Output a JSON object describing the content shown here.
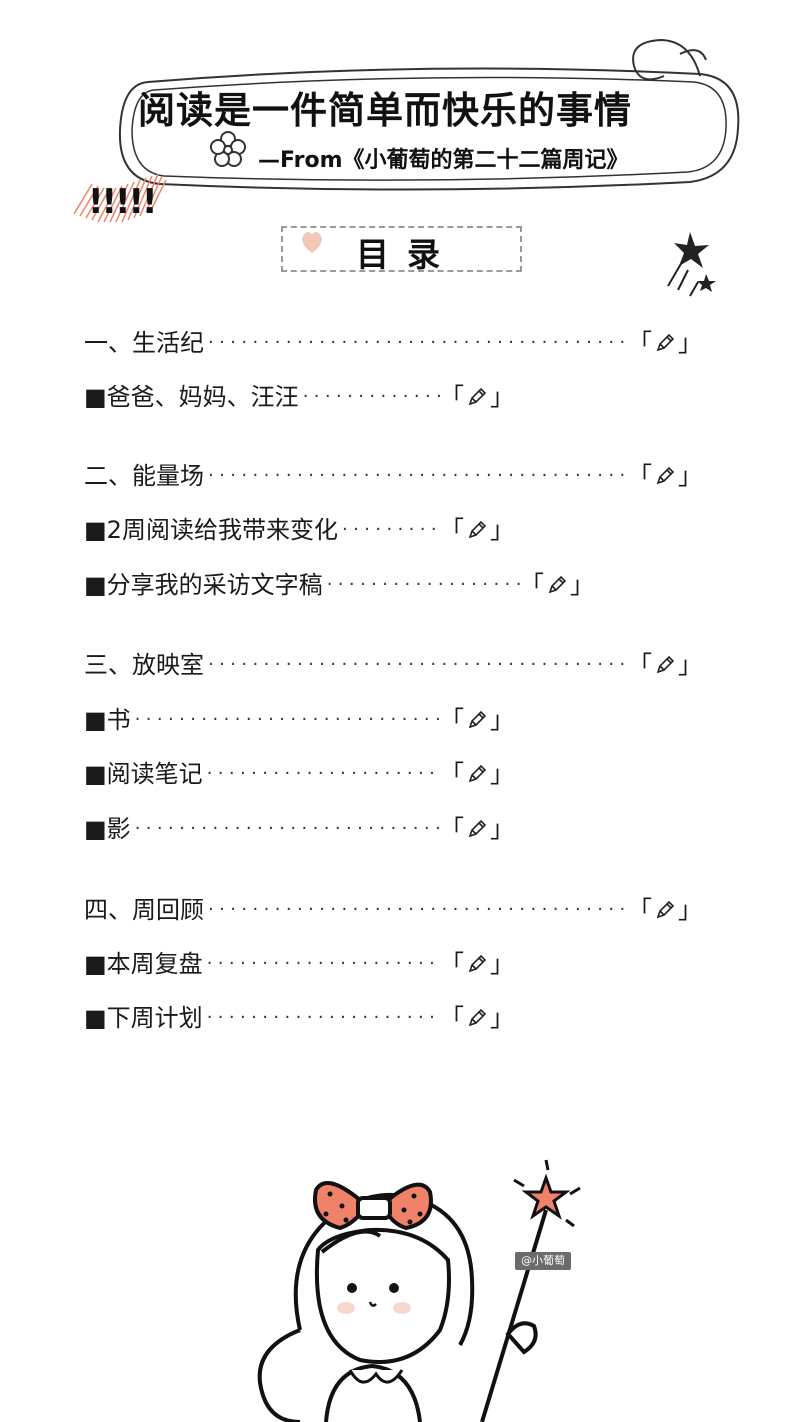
{
  "header": {
    "title": "阅读是一件简单而快乐的事情",
    "subtitle": "—From《小葡萄的第二十二篇周记》",
    "exclaim": "!!!!!"
  },
  "toc": {
    "heading": "目录",
    "sections": [
      {
        "label": "一、生活纪",
        "items": [
          {
            "label": "■爸爸、妈妈、汪汪"
          }
        ]
      },
      {
        "label": "二、能量场",
        "items": [
          {
            "label": "■2周阅读给我带来变化"
          },
          {
            "label": "■分享我的采访文字稿"
          }
        ]
      },
      {
        "label": "三、放映室",
        "items": [
          {
            "label": "■书"
          },
          {
            "label": "■阅读笔记"
          },
          {
            "label": "■影"
          }
        ]
      },
      {
        "label": "四、周回顾",
        "items": [
          {
            "label": "■本周复盘"
          },
          {
            "label": "■下周计划"
          }
        ]
      }
    ],
    "mark_open": "「",
    "mark_close": "」",
    "mark_icon": "pencil-icon"
  },
  "watermark": "@小葡萄",
  "colors": {
    "bow": "#f0826a",
    "stripe": "#f0826a",
    "cheek": "#f6d8cc",
    "heart": "#f2c9b8"
  }
}
